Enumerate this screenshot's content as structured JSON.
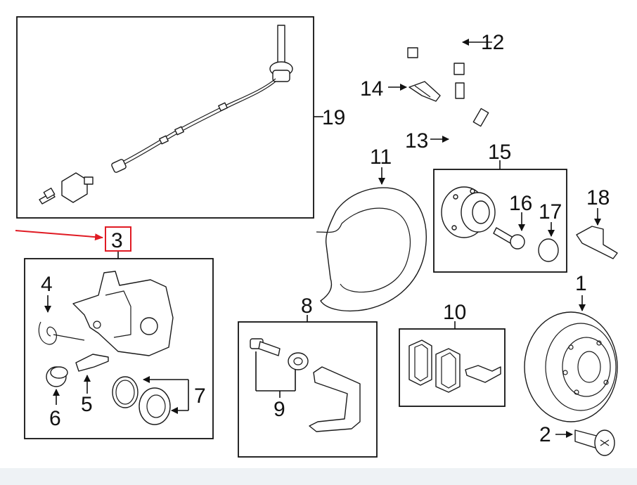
{
  "diagram": {
    "callouts": {
      "c1": "1",
      "c2": "2",
      "c3": "3",
      "c4": "4",
      "c5": "5",
      "c6": "6",
      "c7": "7",
      "c8": "8",
      "c9": "9",
      "c10": "10",
      "c11": "11",
      "c12": "12",
      "c13": "13",
      "c14": "14",
      "c15": "15",
      "c16": "16",
      "c17": "17",
      "c18": "18",
      "c19": "19"
    },
    "highlight": {
      "target": "3",
      "color": "#e01b24"
    }
  }
}
